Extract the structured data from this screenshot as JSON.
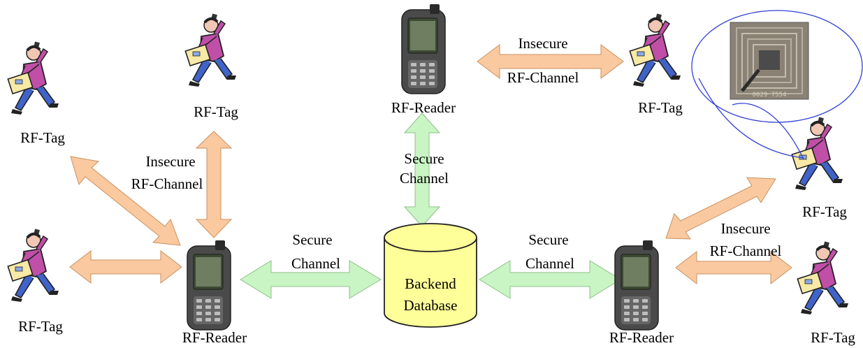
{
  "colors": {
    "insecure_arrow": "#FBC99F",
    "secure_arrow": "#C8F5C3",
    "database_fill": "#FFFF99",
    "zoom_outline": "#2F3FD6"
  },
  "database": {
    "line1": "Backend",
    "line2": "Database",
    "icon": "database-cylinder-icon"
  },
  "readers": [
    {
      "label": "RF-Reader",
      "icon": "handheld-reader-icon"
    },
    {
      "label": "RF-Reader",
      "icon": "handheld-reader-icon"
    },
    {
      "label": "RF-Reader",
      "icon": "handheld-reader-icon"
    }
  ],
  "tags": [
    {
      "label": "RF-Tag",
      "icon": "person-with-bag-icon"
    },
    {
      "label": "RF-Tag",
      "icon": "person-with-bag-icon"
    },
    {
      "label": "RF-Tag",
      "icon": "person-with-bag-icon"
    },
    {
      "label": "RF-Tag",
      "icon": "person-with-bag-icon"
    },
    {
      "label": "RF-Tag",
      "icon": "person-with-bag-icon"
    },
    {
      "label": "RF-Tag",
      "icon": "person-with-bag-icon"
    }
  ],
  "channels": {
    "insecure_line1": "Insecure",
    "insecure_line2": "RF-Channel",
    "secure_line1": "Secure",
    "secure_line2": "Channel"
  },
  "zoom": {
    "icon": "rfid-chip-icon",
    "chip_text": "0029 7554"
  }
}
